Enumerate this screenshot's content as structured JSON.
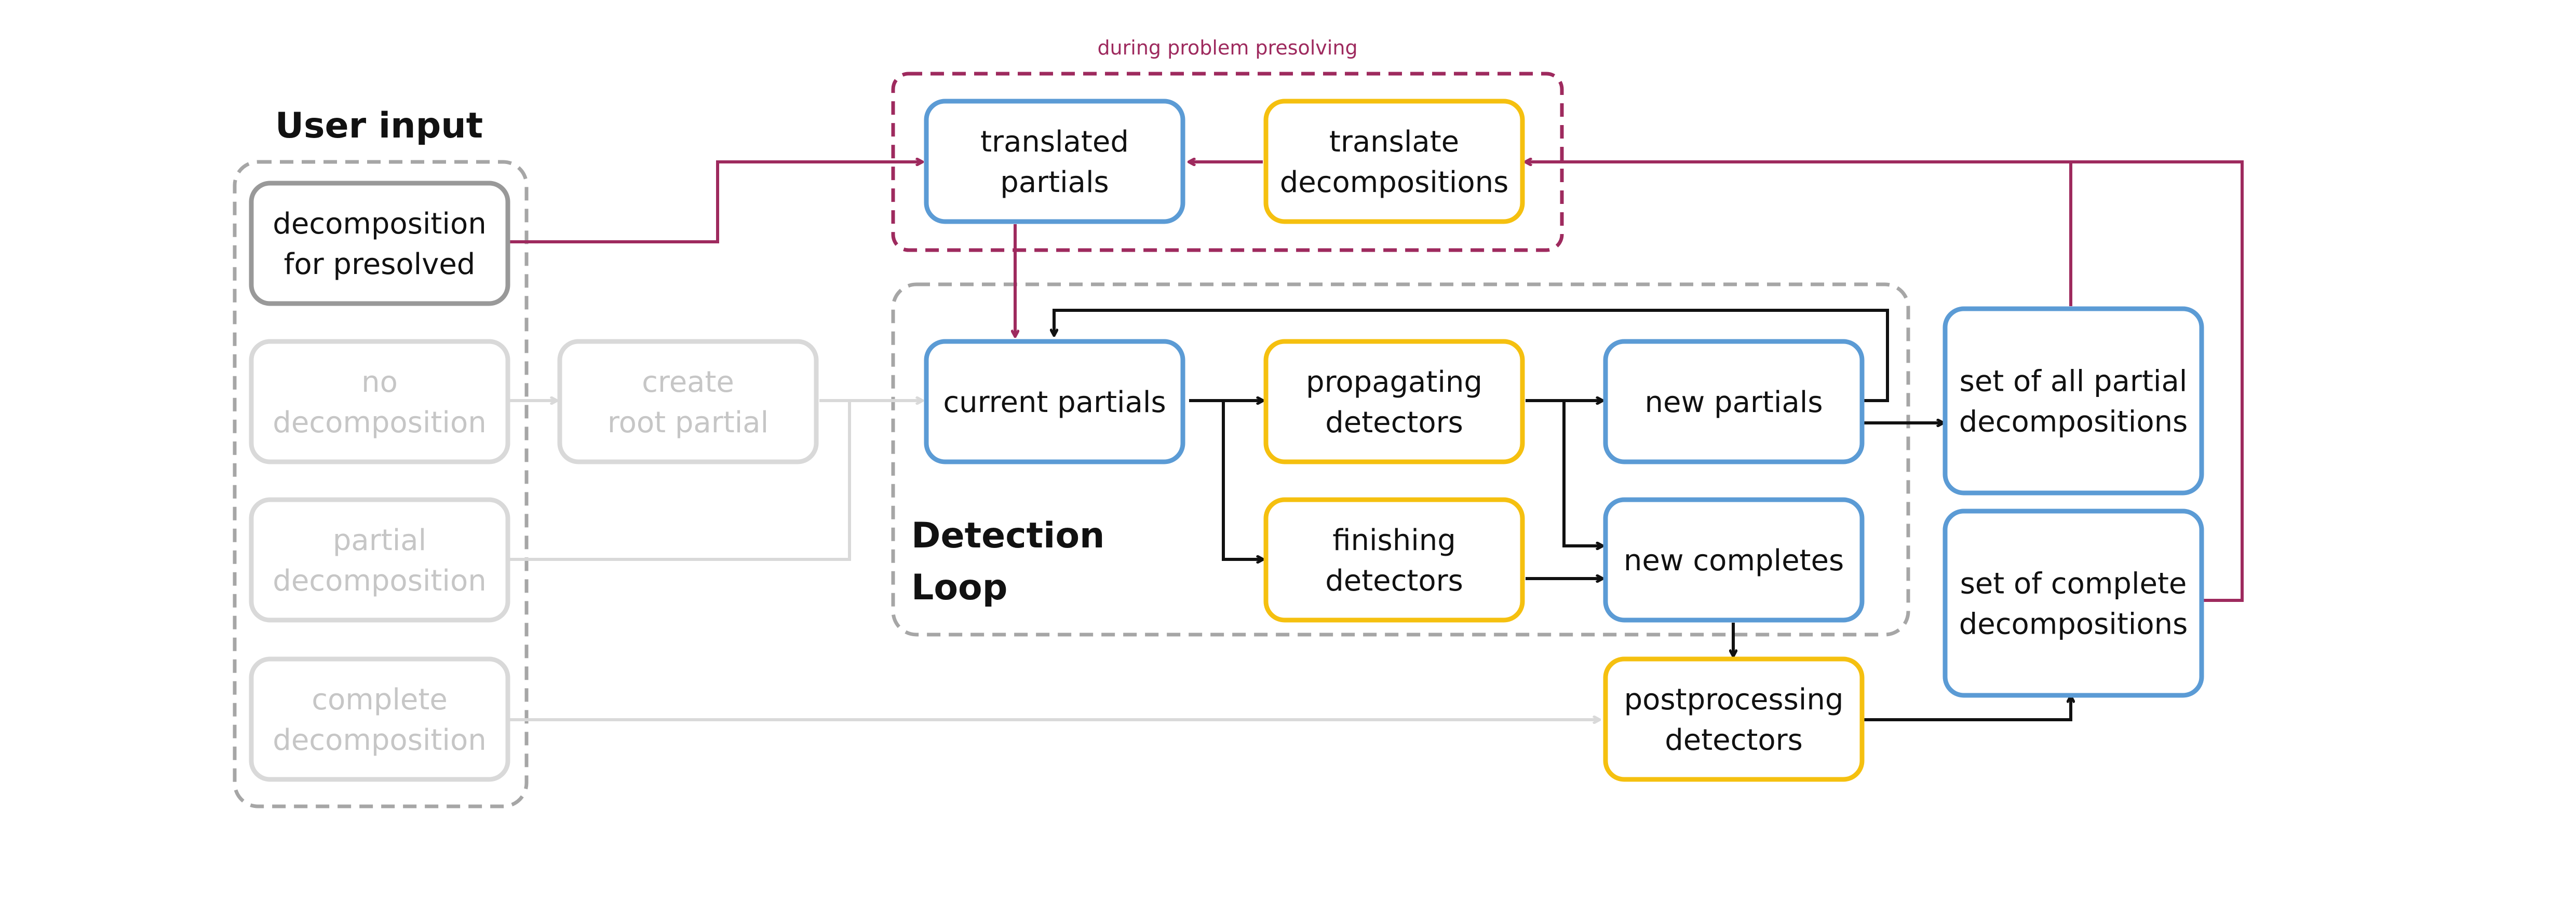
{
  "colors": {
    "blue": "#5b9bd5",
    "yellow": "#f5c00f",
    "grey_box": "#999999",
    "faded": "#d9d9d9",
    "faded_text": "#c6c6c6",
    "dashed_grey": "#a6a6a6",
    "maroon": "#9e2a5e",
    "black": "#111111"
  },
  "groups": {
    "user_input_title": "User input",
    "detection_loop_title_line1": "Detection",
    "detection_loop_title_line2": "Loop",
    "presolving_caption": "during problem presolving"
  },
  "nodes": {
    "decomposition_for_presolved": [
      "decomposition",
      "for presolved"
    ],
    "no_decomposition": [
      "no",
      "decomposition"
    ],
    "partial_decomposition": [
      "partial",
      "decomposition"
    ],
    "complete_decomposition": [
      "complete",
      "decomposition"
    ],
    "create_root_partial": [
      "create",
      "root partial"
    ],
    "translated_partials": [
      "translated",
      "partials"
    ],
    "translate_decompositions": [
      "translate",
      "decompositions"
    ],
    "current_partials": [
      "current partials"
    ],
    "propagating_detectors": [
      "propagating",
      "detectors"
    ],
    "finishing_detectors": [
      "finishing",
      "detectors"
    ],
    "new_partials": [
      "new partials"
    ],
    "new_completes": [
      "new completes"
    ],
    "postprocessing_detectors": [
      "postprocessing",
      "detectors"
    ],
    "set_all_partial": [
      "set of all partial",
      "decompositions"
    ],
    "set_complete": [
      "set of complete",
      "decompositions"
    ]
  }
}
